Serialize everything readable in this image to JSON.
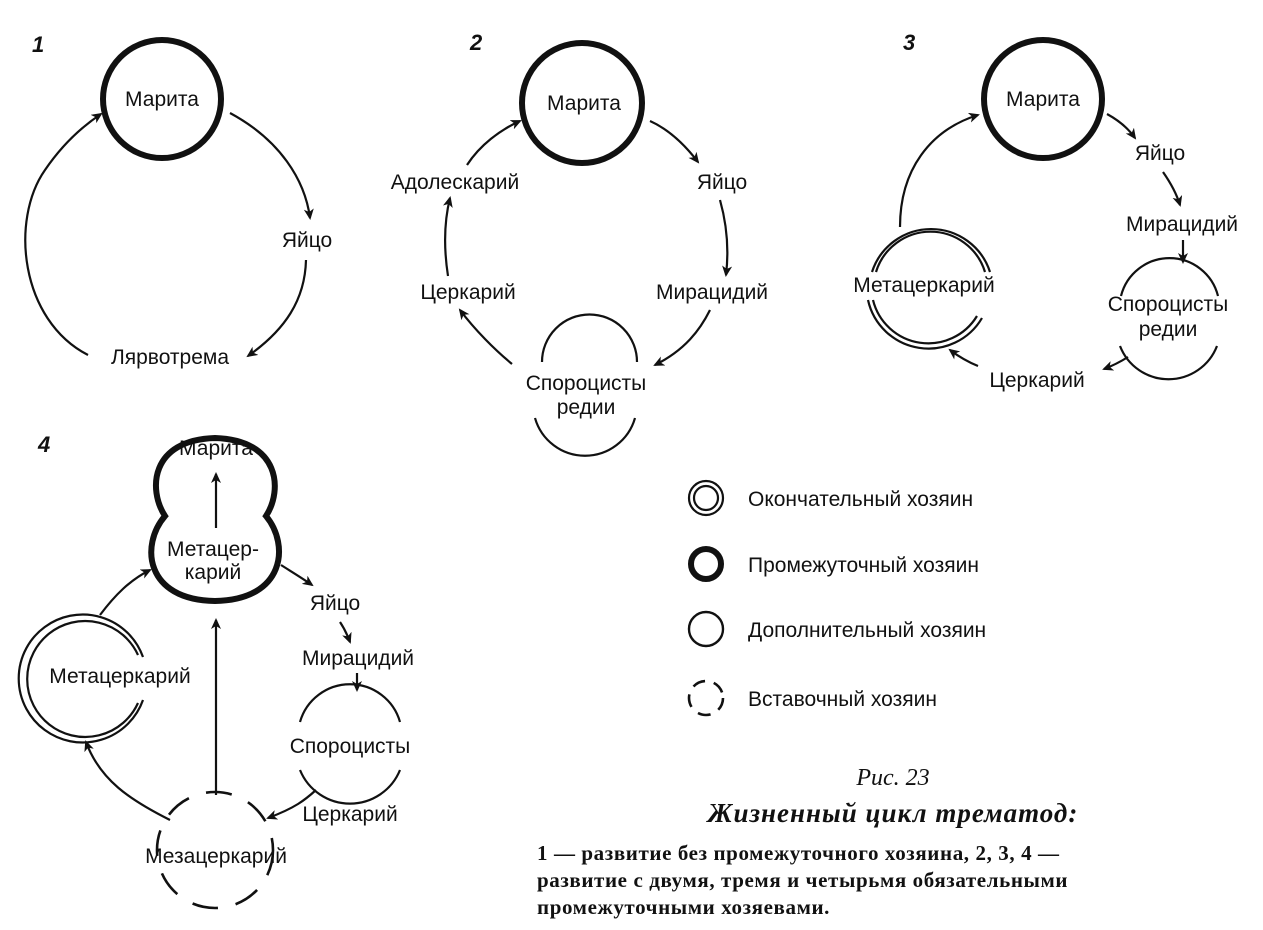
{
  "diagrams": [
    {
      "number": "1",
      "nodes": {
        "marita": "Марита",
        "egg": "Яйцо",
        "larvotrema": "Лярвотрема"
      }
    },
    {
      "number": "2",
      "nodes": {
        "marita": "Марита",
        "egg": "Яйцо",
        "miracidium": "Мирацидий",
        "sporocysts": "Спороцисты",
        "rediae": "редии",
        "cercaria": "Церкарий",
        "adolescaria": "Адолескарий"
      }
    },
    {
      "number": "3",
      "nodes": {
        "marita": "Марита",
        "egg": "Яйцо",
        "miracidium": "Мирацидий",
        "sporocysts": "Спороцисты",
        "rediae": "редии",
        "cercaria": "Церкарий",
        "metacercaria": "Метацеркарий"
      }
    },
    {
      "number": "4",
      "nodes": {
        "marita": "Марита",
        "metacercaria_top_1": "Метацер-",
        "metacercaria_top_2": "карий",
        "egg": "Яйцо",
        "miracidium": "Мирацидий",
        "sporocysts": "Спороцисты",
        "cercaria": "Церкарий",
        "mesocercaria": "Мезацеркарий",
        "metacercaria_left": "Метацеркарий"
      }
    }
  ],
  "legend": [
    {
      "symbol": "double-circle",
      "label": "Окончательный хозяин"
    },
    {
      "symbol": "thick-circle",
      "label": "Промежуточный хозяин"
    },
    {
      "symbol": "thin-circle",
      "label": "Дополнительный хозяин"
    },
    {
      "symbol": "dashed-circle",
      "label": "Вставочный хозяин"
    }
  ],
  "caption": {
    "figure": "Рис. 23",
    "title": "Жизненный цикл трематод:",
    "lines": [
      "1 — развитие без промежуточного хозяина, 2, 3, 4 —",
      "развитие с двумя, тремя и четырьмя обязательными",
      "промежуточными хозяевами."
    ]
  }
}
